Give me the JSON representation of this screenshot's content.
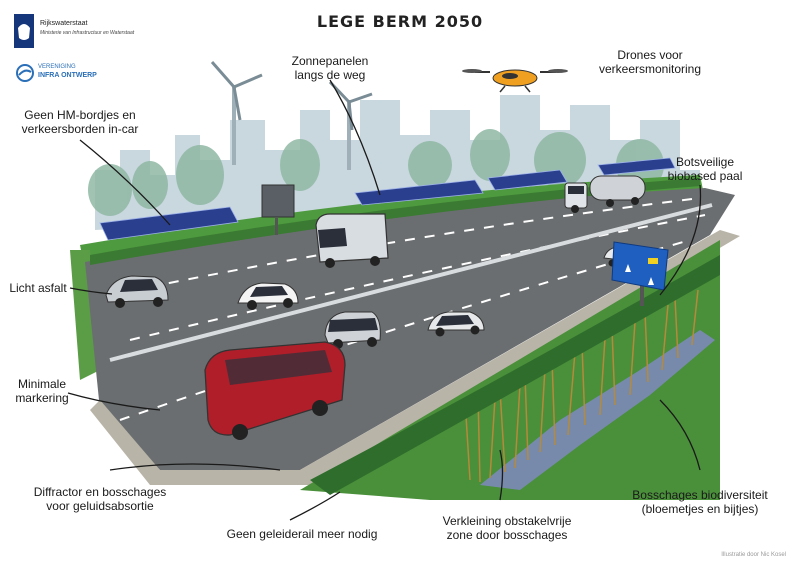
{
  "title": "LEGE BERM 2050",
  "logos": {
    "rijkswaterstaat_name": "Rijkswaterstaat",
    "rijkswaterstaat_sub": "Ministerie van Infrastructuur en Waterstaat",
    "vereniging_line1": "VERENIGING",
    "vereniging_line2": "INFRA ONTWERP"
  },
  "labels": {
    "zonnepanelen": [
      "Zonnepanelen",
      "langs de weg"
    ],
    "drones": [
      "Drones voor",
      "verkeersmonitoring"
    ],
    "hm_bordjes": [
      "Geen HM-bordjes en",
      "verkeersborden in-car"
    ],
    "botsveilige": [
      "Botsveilige",
      "biobased paal"
    ],
    "licht_asfalt": [
      "Licht asfalt"
    ],
    "minimale": [
      "Minimale",
      "markering"
    ],
    "diffractor": [
      "Diffractor en bosschages",
      "voor geluidsabsortie"
    ],
    "geleiderail": [
      "Geen geleiderail meer nodig"
    ],
    "verkleining": [
      "Verkleining obstakelvrije",
      "zone door bosschages"
    ],
    "bosschages": [
      "Bosschages biodiversiteit",
      "(bloemetjes en bijtjes)"
    ]
  },
  "credit": "Illustratie door Nic Kosel",
  "colors": {
    "asphalt": "#6b6e70",
    "asphalt_dark": "#55585a",
    "grass": "#3f8a3c",
    "grass_light": "#6fb04a",
    "bus": "#b01e2a",
    "sky_city": "#c5d5dc",
    "solar": "#2b3f8f",
    "drone": "#f0a020",
    "sign": "#1f5fbf",
    "water": "#7a86b8"
  }
}
